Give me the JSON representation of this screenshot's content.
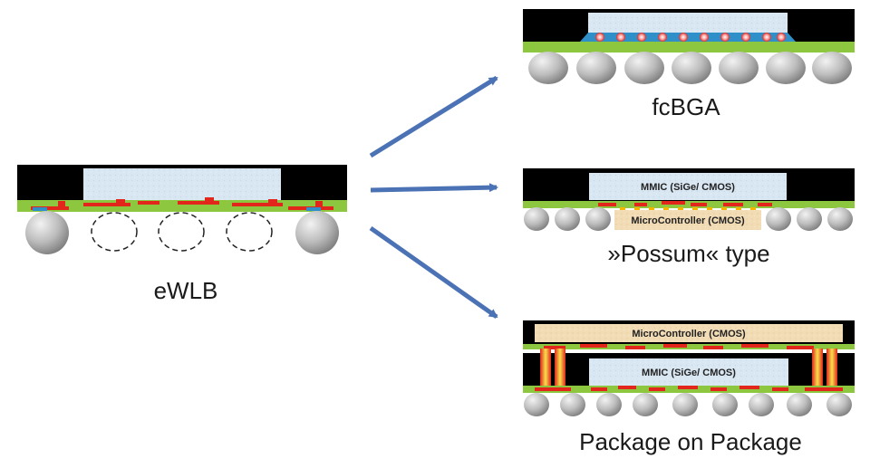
{
  "captions": {
    "source": "eWLB",
    "fcbga": "fcBGA",
    "possum": "»Possum« type",
    "pop": "Package on Package"
  },
  "chips": {
    "possum_top": "MMIC (SiGe/ CMOS)",
    "possum_bottom": "MicroController (CMOS)",
    "pop_top": "MicroController (CMOS)",
    "pop_bottom": "MMIC (SiGe/ CMOS)"
  },
  "colors": {
    "mold": "#000000",
    "die": "#dbe8f3",
    "substrate": "#8dc63f",
    "redistribution": "#e2261c",
    "ball": "#b5b5b5",
    "arrow": "#4a72b5",
    "controller_die": "#f3dcb5",
    "underfill": "#2f8fc9",
    "via_gradient_outer": "#e2261c",
    "via_gradient_inner": "#f7e04a"
  }
}
